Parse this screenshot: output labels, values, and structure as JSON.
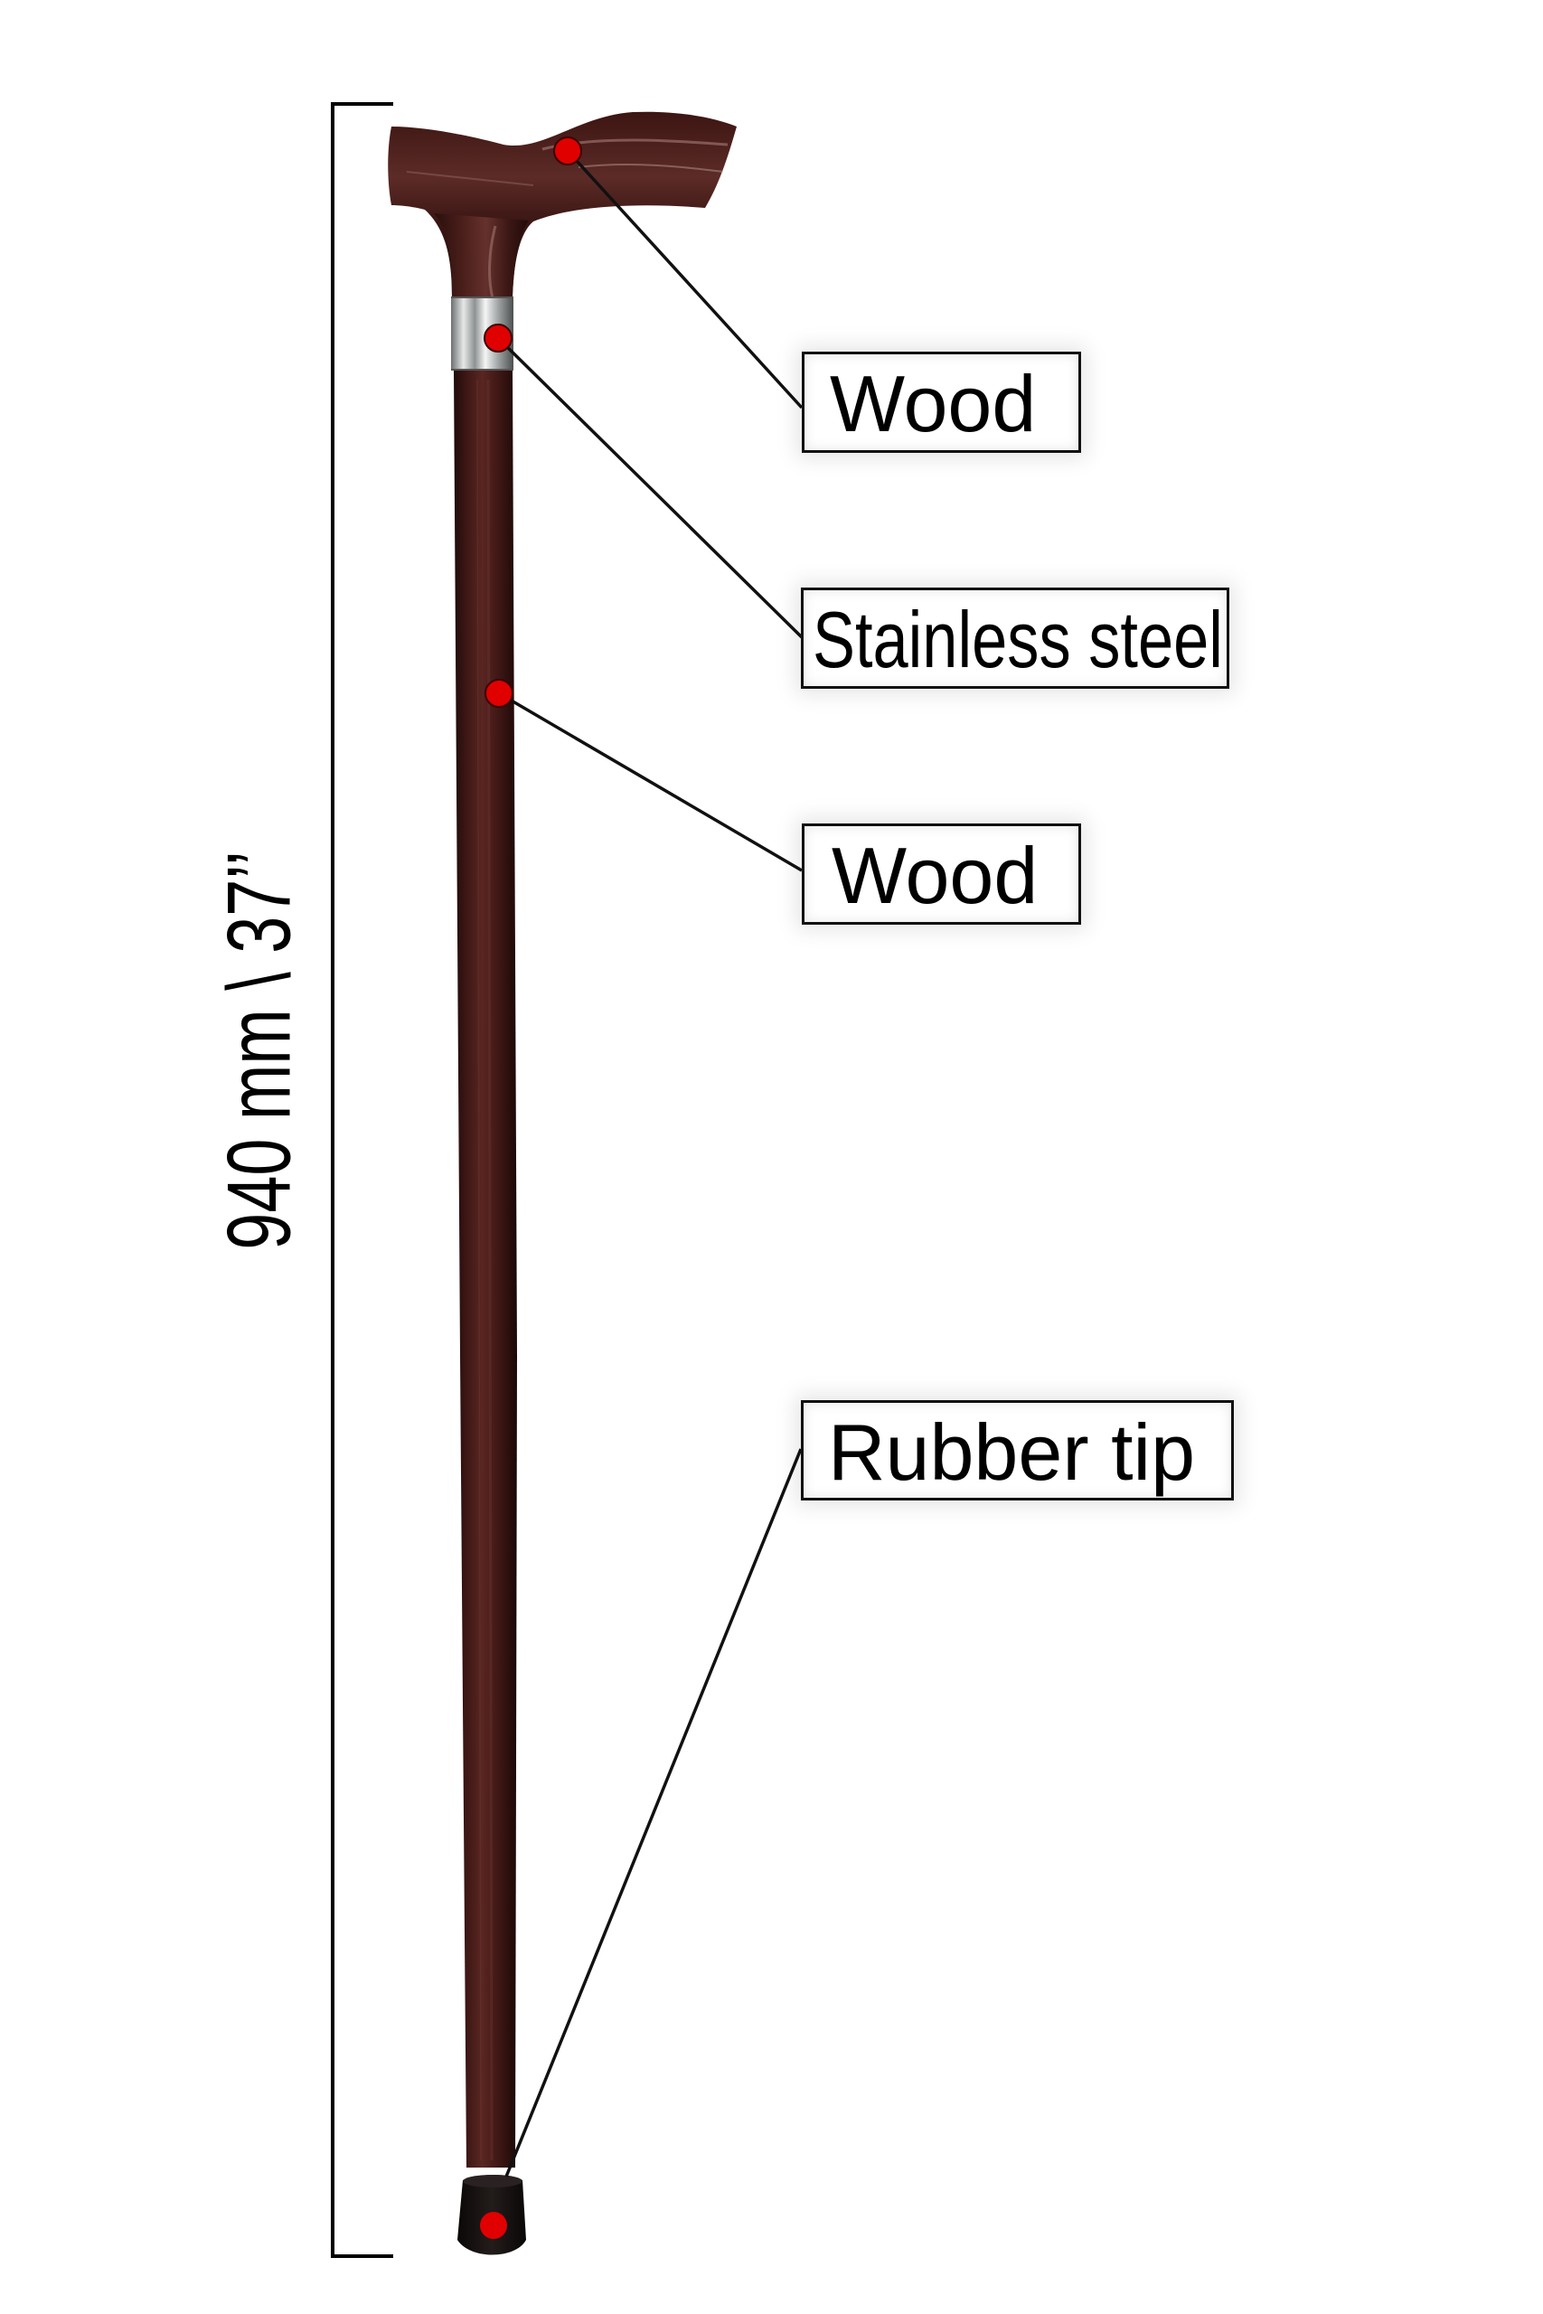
{
  "diagram": {
    "subject": "Walking cane with T-handle",
    "dimension": {
      "label": "940 mm \\ 37’’",
      "orientation": "vertical"
    },
    "callouts": [
      {
        "id": "handle",
        "label": "Wood"
      },
      {
        "id": "collar",
        "label": "Stainless steel"
      },
      {
        "id": "shaft",
        "label": "Wood"
      },
      {
        "id": "tip",
        "label": "Rubber tip"
      }
    ],
    "colors": {
      "wood": "#3f1a17",
      "wood_highlight": "#7a4a44",
      "steel": "#c9cccd",
      "rubber": "#141111",
      "marker": "#e00000",
      "line": "#111111",
      "background": "#ffffff"
    }
  }
}
